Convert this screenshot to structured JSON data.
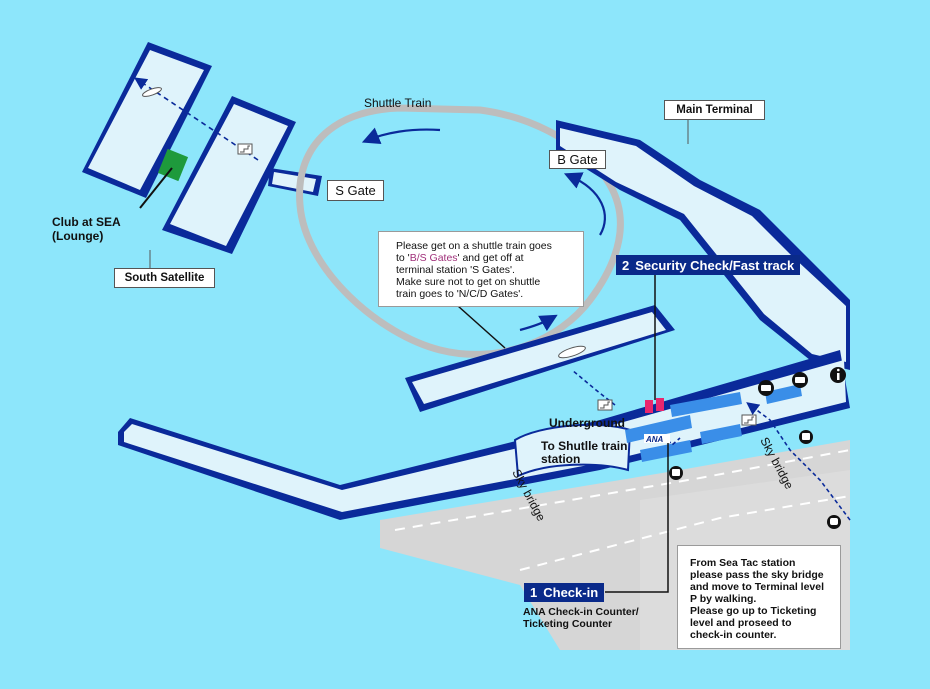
{
  "labels": {
    "shuttle_train": "Shuttle Train",
    "main_terminal": "Main Terminal",
    "south_satellite": "South Satellite",
    "s_gate": "S Gate",
    "b_gate": "B Gate",
    "club_line1": "Club at SEA",
    "club_line2": "(Lounge)",
    "underground": "Underground",
    "to_shuttle_line1": "To Shutlle train",
    "to_shuttle_line2": "station",
    "sky_bridge_left": "Sky bridge",
    "sky_bridge_right": "Sky bridge",
    "ana_logo": "ANA"
  },
  "shuttle_note": {
    "line1": "Please get on a shuttle train goes",
    "line2_pre": "to '",
    "line2_highlight": "B/S Gates",
    "line2_post": "' and get off at",
    "line3": "terminal station 'S Gates'.",
    "line4": "Make sure not to get on shuttle",
    "line5": "train goes to 'N/C/D Gates'."
  },
  "steps": [
    {
      "num": "1",
      "label": "Check-in"
    },
    {
      "num": "2",
      "label": "Security Check/Fast track"
    }
  ],
  "checkin_caption": {
    "line1": "ANA Check-in Counter/",
    "line2": "Ticketing Counter"
  },
  "seatac_note": {
    "line1": "From Sea Tac station",
    "line2": "please pass the sky bridge",
    "line3": "and move to Terminal level",
    "line4": "P by walking.",
    "line5": "Please go up to Ticketing",
    "line6": "level and proseed to",
    "line7": "check-in counter."
  },
  "colors": {
    "water": "#8de6fb",
    "building_fill": "#dff3fb",
    "building_edge": "#0a2a9a",
    "track": "#bdbdbd",
    "road": "#d6d6d6",
    "step_badge": "#0a2a8a",
    "lounge": "#1e9a3c",
    "security": "#e8266e",
    "highlight": "#a0307a"
  },
  "icons": [
    "info-icon",
    "baggage-icon",
    "bus-icon",
    "train-icon",
    "escalator-icon",
    "plane-icon"
  ]
}
